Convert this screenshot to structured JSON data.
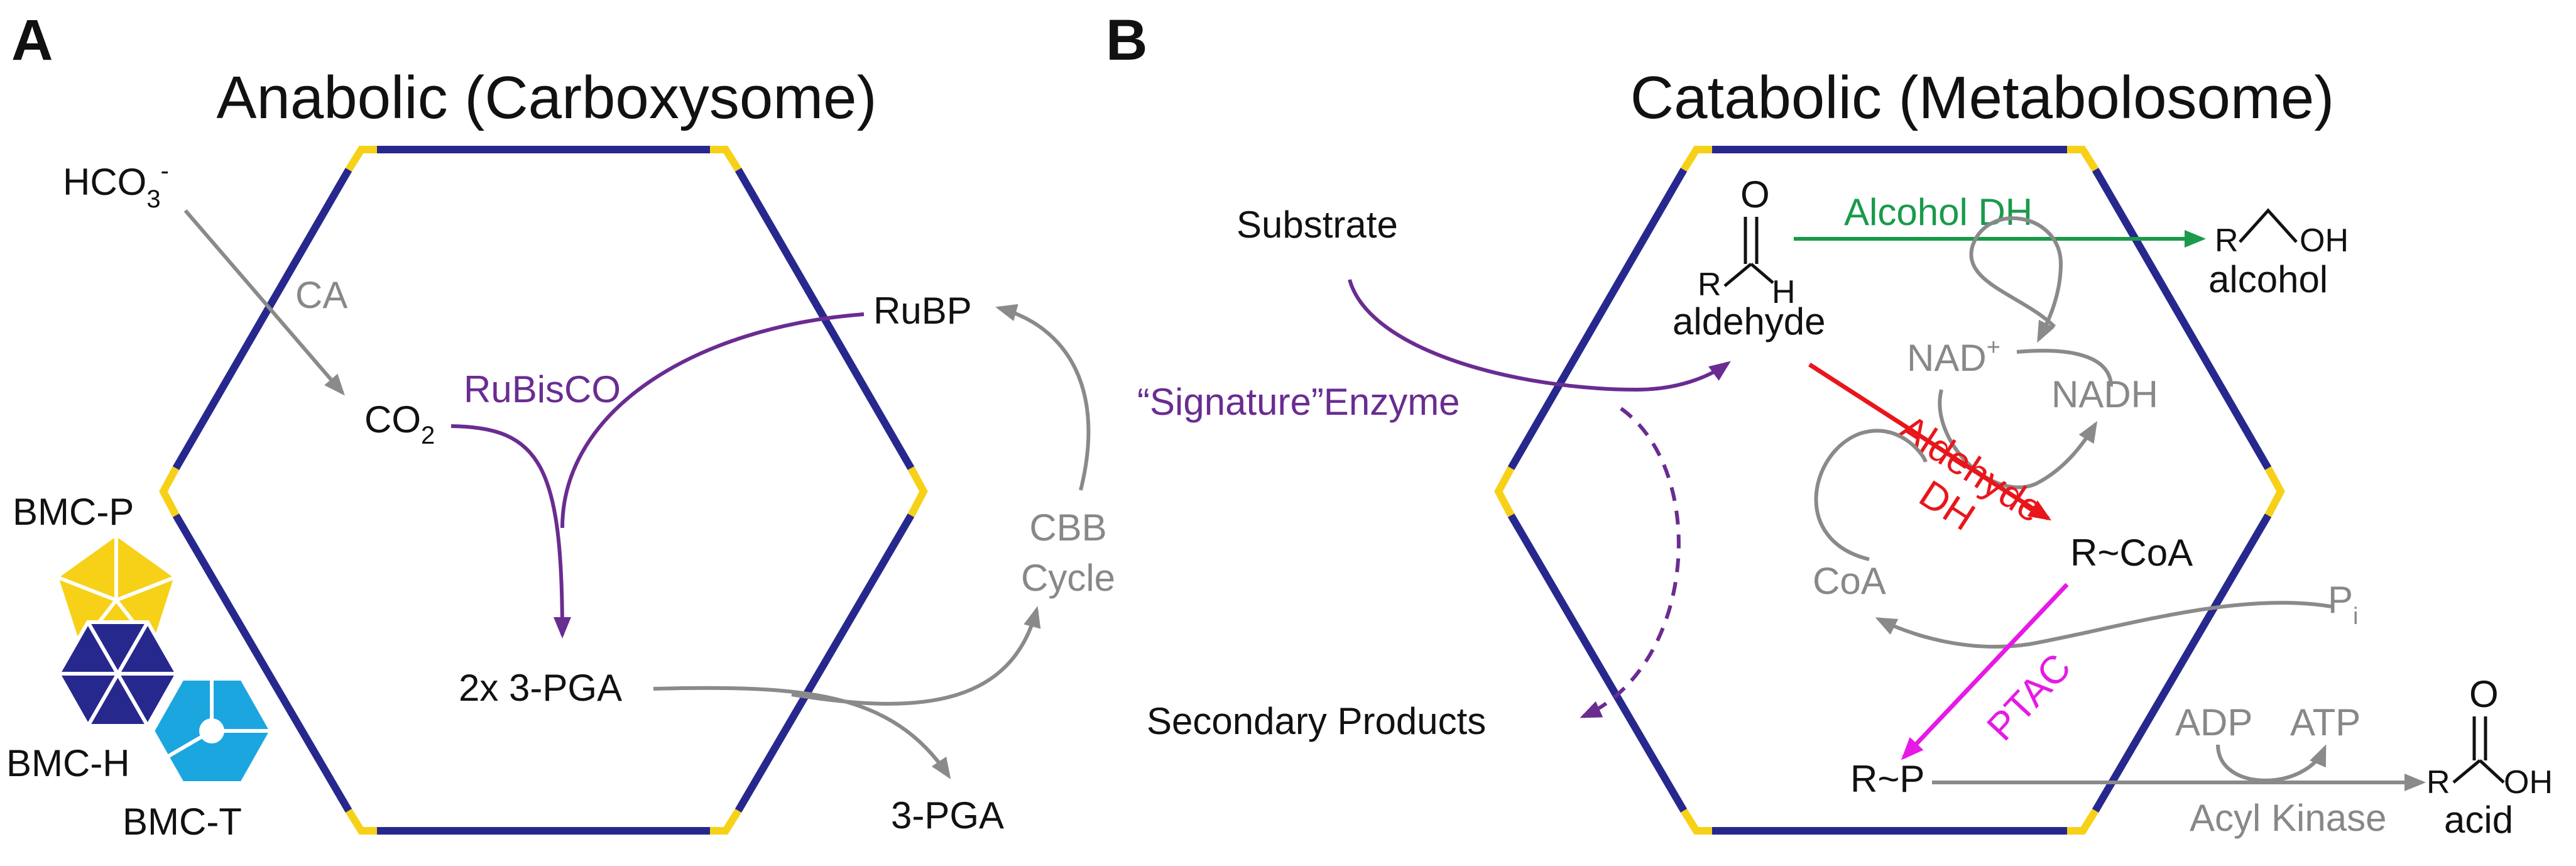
{
  "panel_a": {
    "letter": "A",
    "title": "Anabolic (Carboxysome)",
    "hco3": "HCO",
    "hco3_sub": "3",
    "hco3_sup": "-",
    "ca": "CA",
    "co2": "CO",
    "co2_sub": "2",
    "rubisco": "RuBisCO",
    "rubp": "RuBP",
    "cbb_line1": "CBB",
    "cbb_line2": "Cycle",
    "pga2x": "2x 3-PGA",
    "pga": "3-PGA",
    "bmc_p": "BMC-P",
    "bmc_h": "BMC-H",
    "bmc_t": "BMC-T"
  },
  "panel_b": {
    "letter": "B",
    "title": "Catabolic (Metabolosome)",
    "substrate": "Substrate",
    "signature": "“Signature”Enzyme",
    "secondary": "Secondary Products",
    "aldehyde": "aldehyde",
    "alcohol_dh": "Alcohol DH",
    "alcohol": "alcohol",
    "nad": "NAD",
    "nad_sup": "+",
    "nadh": "NADH",
    "aldehyde_dh_line1": "Aldehyde",
    "aldehyde_dh_line2": "DH",
    "rcoa": "R~CoA",
    "coa": "CoA",
    "pi": "P",
    "pi_sub": "i",
    "ptac": "PTAC",
    "adp": "ADP",
    "atp": "ATP",
    "rp": "R~P",
    "acyl_kinase": "Acyl Kinase",
    "acid": "acid",
    "atom_o": "O",
    "atom_r": "R",
    "atom_h": "H",
    "atom_oh": "OH"
  },
  "colors": {
    "shell_edge": "#27288e",
    "shell_vertex": "#f7d117",
    "rubisco": "#6a2c91",
    "alcohol_dh": "#1a9a4a",
    "aldehyde_dh": "#e8161b",
    "ptac": "#e619e6",
    "gray": "#8a8a8a",
    "bmc_p": "#f7d117",
    "bmc_h": "#27288e",
    "bmc_t": "#1ba6e0"
  }
}
